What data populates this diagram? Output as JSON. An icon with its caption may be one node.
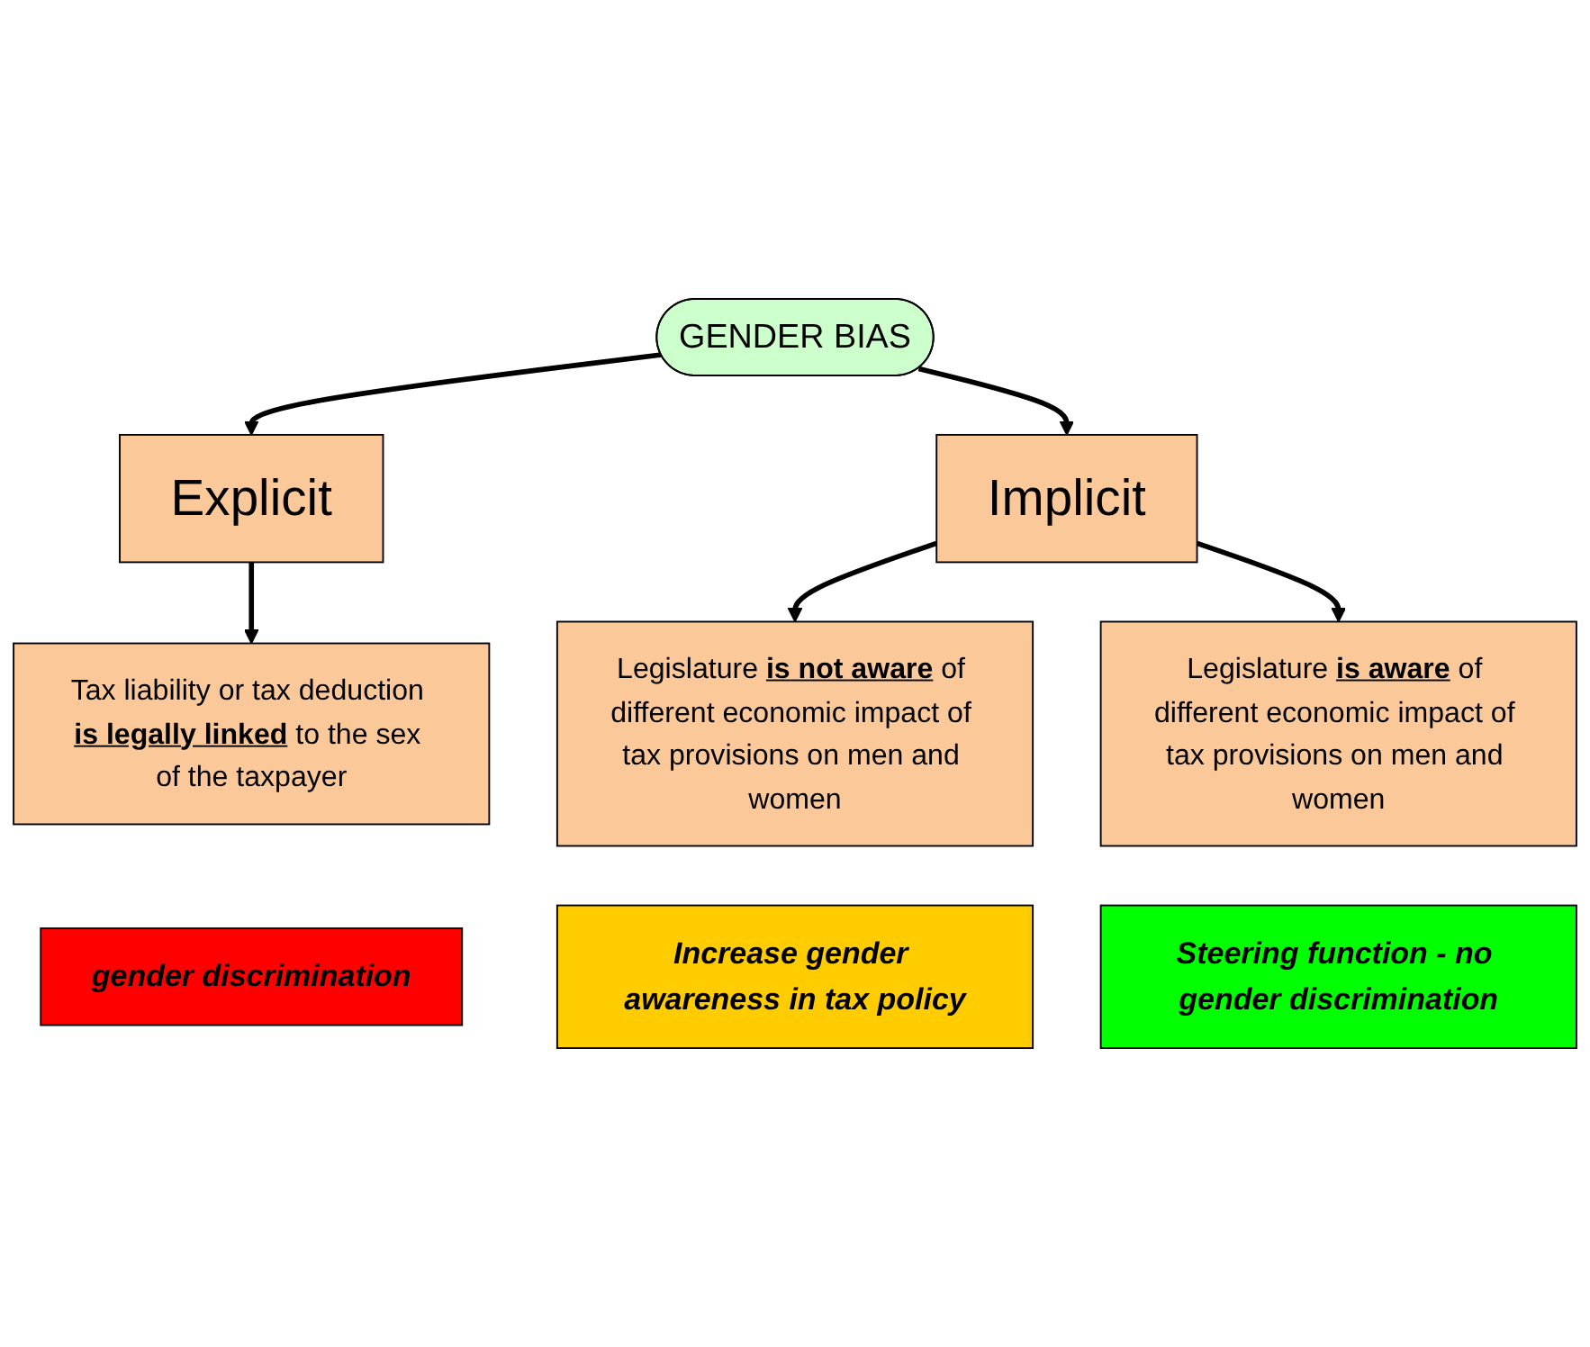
{
  "diagram": {
    "nodes": [
      {
        "text": [
          "GENDER BIAS"
        ]
      },
      {
        "text": [
          "Explicit"
        ]
      },
      {
        "text": [
          "Implicit"
        ]
      },
      {
        "text": [
          "Tax liability or tax deduction **is legally linked** to the sex of the taxpayer"
        ]
      },
      {
        "text": [
          "Legislature **is not aware** of different economic impact of tax provisions on men and women"
        ]
      },
      {
        "text": [
          "Legislature **is aware** of different economic impact of tax provisions on men and women"
        ]
      },
      {
        "text": [
          "gender discrimination"
        ]
      },
      {
        "text": [
          "Increase gender awareness in tax policy"
        ]
      },
      {
        "text": [
          "Steering function - no gender discrimination"
        ]
      }
    ],
    "edges": [
      {
        "from": 0,
        "to": 1,
        "arrow": "to"
      },
      {
        "from": 0,
        "to": 2,
        "arrow": "to"
      },
      {
        "from": 1,
        "to": 3,
        "arrow": "to"
      },
      {
        "from": 2,
        "to": 4,
        "arrow": "to"
      },
      {
        "from": 2,
        "to": 5,
        "arrow": "to"
      }
    ]
  }
}
